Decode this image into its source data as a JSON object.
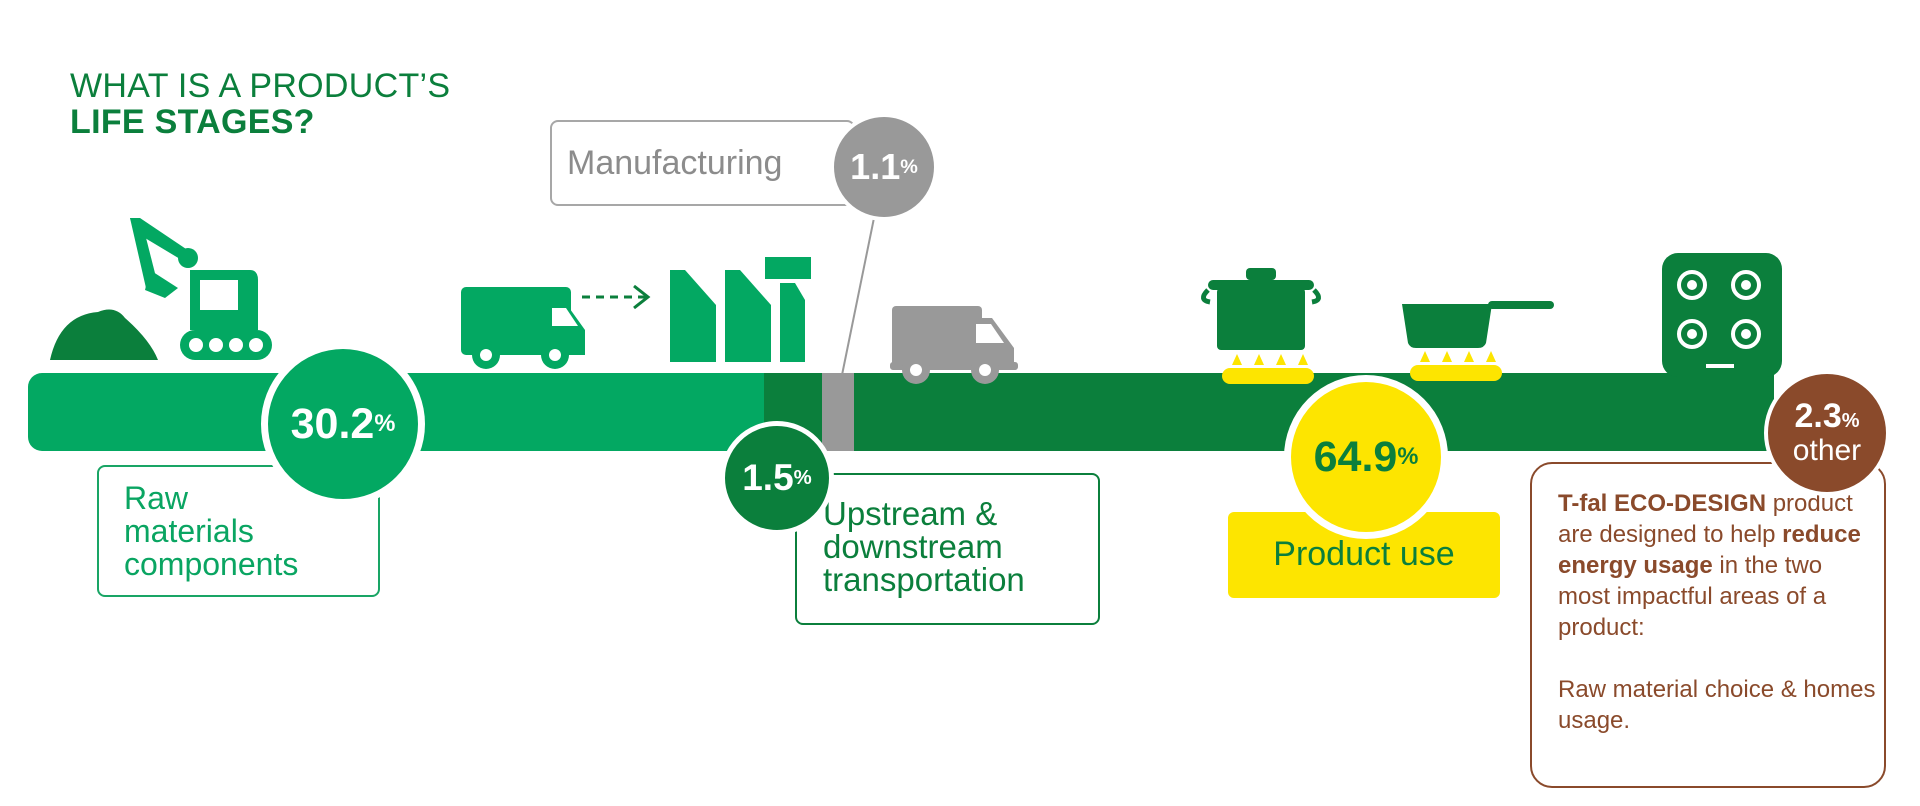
{
  "title": {
    "line1": "WHAT IS A PRODUCT’S",
    "line2": "LIFE STAGES?"
  },
  "stages": {
    "raw": {
      "percent": "30.2",
      "unit": "%",
      "label": [
        "Raw",
        "materials",
        "components"
      ]
    },
    "transport": {
      "percent": "1.5",
      "unit": "%",
      "label": [
        "Upstream &",
        "downstream",
        "transportation"
      ]
    },
    "manufacturing": {
      "label": "Manufacturing",
      "percent": "1.1",
      "unit": "%"
    },
    "use": {
      "percent": "64.9",
      "unit": "%",
      "label": "Product use"
    },
    "other": {
      "percent": "2.3",
      "unit": "%",
      "label": "other"
    }
  },
  "eco_note": {
    "brand": "T-fal ECO-DESIGN",
    "text1": " product are designed to help ",
    "bold": "reduce energy usage",
    "text2": " in the two most impactful areas of a product:",
    "text3": "Raw material choice & homes usage."
  },
  "colors": {
    "light_green": "#03a862",
    "dark_green": "#0b7f3c",
    "gray": "#999999",
    "yellow": "#fde500",
    "brown": "#8a4a2b"
  },
  "icons": [
    "excavator-icon",
    "delivery-truck-icon",
    "arrow-right-icon",
    "factory-icon",
    "gray-truck-icon",
    "stock-pot-icon",
    "saucepan-icon",
    "gas-flame-icon",
    "cooktop-icon"
  ]
}
